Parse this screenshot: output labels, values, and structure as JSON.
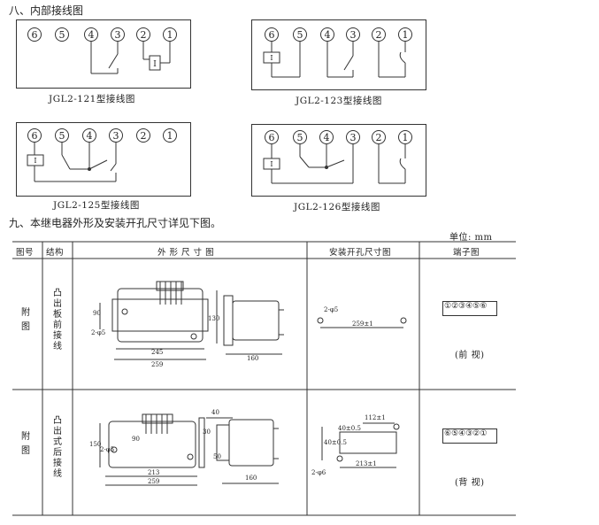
{
  "section8": {
    "title": "八、内部接线图"
  },
  "diagrams": [
    {
      "caption": "JGL2-121型接线图",
      "terminals": [
        "6",
        "5",
        "4",
        "3",
        "2",
        "1"
      ]
    },
    {
      "caption": "JGL2-123型接线图",
      "terminals": [
        "6",
        "5",
        "4",
        "3",
        "2",
        "1"
      ]
    },
    {
      "caption": "JGL2-125型接线图",
      "terminals": [
        "6",
        "5",
        "4",
        "3",
        "2",
        "1"
      ]
    },
    {
      "caption": "JGL2-126型接线图",
      "terminals": [
        "6",
        "5",
        "4",
        "3",
        "2",
        "1"
      ]
    }
  ],
  "coil_label": "I",
  "section9": {
    "title": "九、本继电器外形及安装开孔尺寸详见下图。"
  },
  "unit": "单位: mm",
  "table": {
    "headers": [
      "图号",
      "结构",
      "外 形 尺 寸 图",
      "安装开孔尺寸图",
      "端子图"
    ],
    "rows": [
      {
        "fig_no": "附\n图",
        "structure": "凸出板前接线",
        "dims": {
          "h90": "90",
          "h130": "130",
          "hole": "2-φ5",
          "w245": "245",
          "w259": "259",
          "d160": "160"
        },
        "cutout": {
          "hole": "2-φ5",
          "w": "259±1"
        },
        "terminal_seq": "①②③④⑤⑥",
        "terminal_view": "(前 视)"
      },
      {
        "fig_no": "附\n图",
        "structure": "凸出式后接线",
        "dims": {
          "h150": "150",
          "h90": "90",
          "hole": "2-φ5",
          "t40": "40",
          "t30": "30",
          "t50": "50",
          "w213": "213",
          "w259": "259",
          "d160": "160"
        },
        "cutout": {
          "w112": "112±1",
          "h40": "40±0.5",
          "h40b": "40±0.5",
          "hole": "2-φ6",
          "w213": "213±1"
        },
        "terminal_seq": "⑥⑤④③②①",
        "terminal_view": "(背 视)"
      }
    ]
  }
}
